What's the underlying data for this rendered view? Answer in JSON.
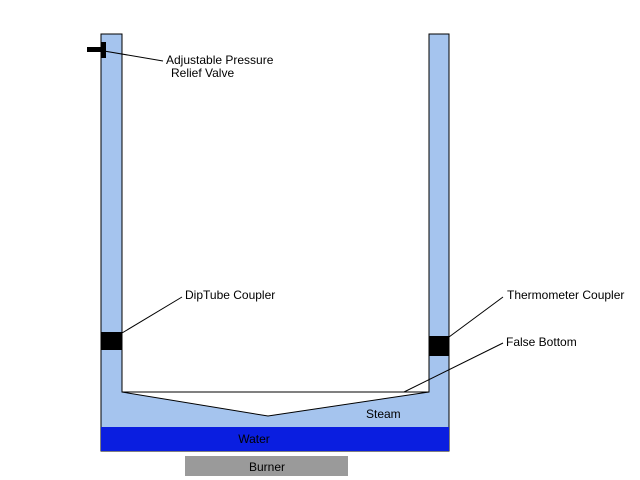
{
  "labels": {
    "relief_valve_line1": "Adjustable Pressure",
    "relief_valve_line2": "Relief Valve",
    "diptube_coupler": "DipTube Coupler",
    "thermometer_coupler": "Thermometer Coupler",
    "false_bottom": "False Bottom",
    "steam": "Steam",
    "water": "Water",
    "burner": "Burner"
  },
  "colors": {
    "vessel_wall": "#a5c4ee",
    "water": "#0a1ee0",
    "burner": "#9a9a9a",
    "coupler": "#000000",
    "outline": "#000000",
    "background": "#ffffff"
  }
}
